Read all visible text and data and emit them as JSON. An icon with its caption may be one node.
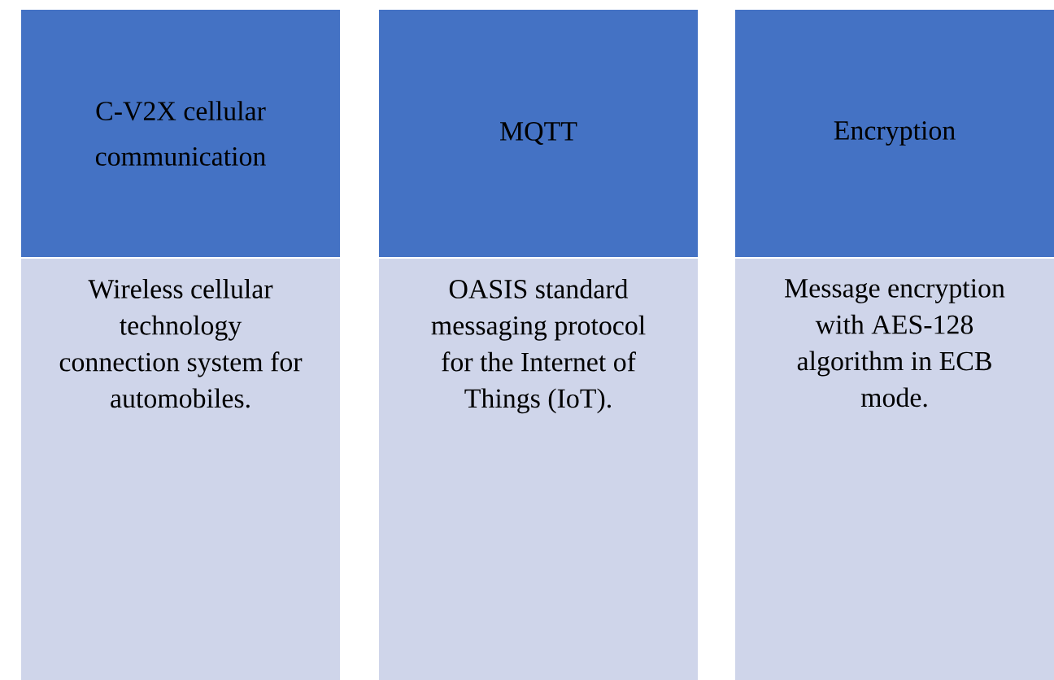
{
  "diagram": {
    "nodes": [
      {
        "text": [
          "C-V2X cellular communication"
        ]
      },
      {
        "text": [
          "Wireless cellular technology connection system for automobiles."
        ]
      },
      {
        "text": [
          "MQTT"
        ]
      },
      {
        "text": [
          "OASIS standard messaging protocol for the Internet of Things (IoT)."
        ]
      },
      {
        "text": [
          "Encryption"
        ]
      },
      {
        "text": [
          "Message encryption with AES-128 algorithm in ECB mode."
        ]
      }
    ]
  }
}
